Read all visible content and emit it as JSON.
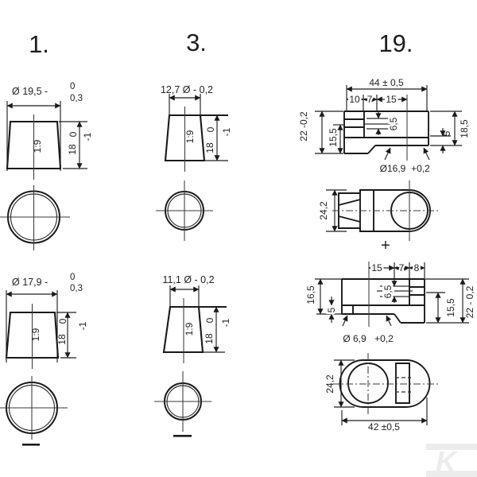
{
  "drawing": {
    "s1": {
      "title": "1.",
      "upper": {
        "dia": "Ø 19,5 -",
        "tol_up": "0",
        "tol_dn": "0,3",
        "taper": "1:9",
        "h_up": "0",
        "h": "18",
        "h_dn": "-1"
      },
      "lower": {
        "dia": "Ø 17,9 -",
        "tol_up": "0",
        "tol_dn": "0,3",
        "taper": "1:9",
        "h_up": "0",
        "h": "18",
        "h_dn": "-1"
      }
    },
    "s3": {
      "title": "3.",
      "upper": {
        "dia": "12,7 Ø - 0,2",
        "taper": "1:9",
        "h_up": "0",
        "h": "18",
        "h_dn": "-1"
      },
      "lower": {
        "dia": "11,1 Ø - 0,2",
        "taper": "1:9",
        "h_up": "0",
        "h": "18",
        "h_dn": "-1"
      }
    },
    "s19": {
      "title": "19.",
      "side1": {
        "width": "44 ± 0,5",
        "seg1": "10",
        "seg2": "7",
        "seg3": "15",
        "height": "22 -0,2",
        "slot": "15,5",
        "depth": "6,5",
        "tail_h": "18,5",
        "tab": "5",
        "hole": "Ø16,9",
        "hole_tol": "+0,2"
      },
      "top1": {
        "width_dim": "24,2",
        "polarity": "+"
      },
      "side2": {
        "seg1": "15",
        "seg2": "7",
        "seg3": "8",
        "height": "22 - 0,2",
        "slot": "15,5",
        "depth": "6,5",
        "tail_h": "16,5",
        "tab": "5",
        "hole": "Ø 6,9",
        "hole_tol": "+0,2"
      },
      "top2": {
        "width_dim": "24,2",
        "width": "42 ±0,5"
      }
    }
  },
  "watermark": {
    "letter": "K"
  }
}
